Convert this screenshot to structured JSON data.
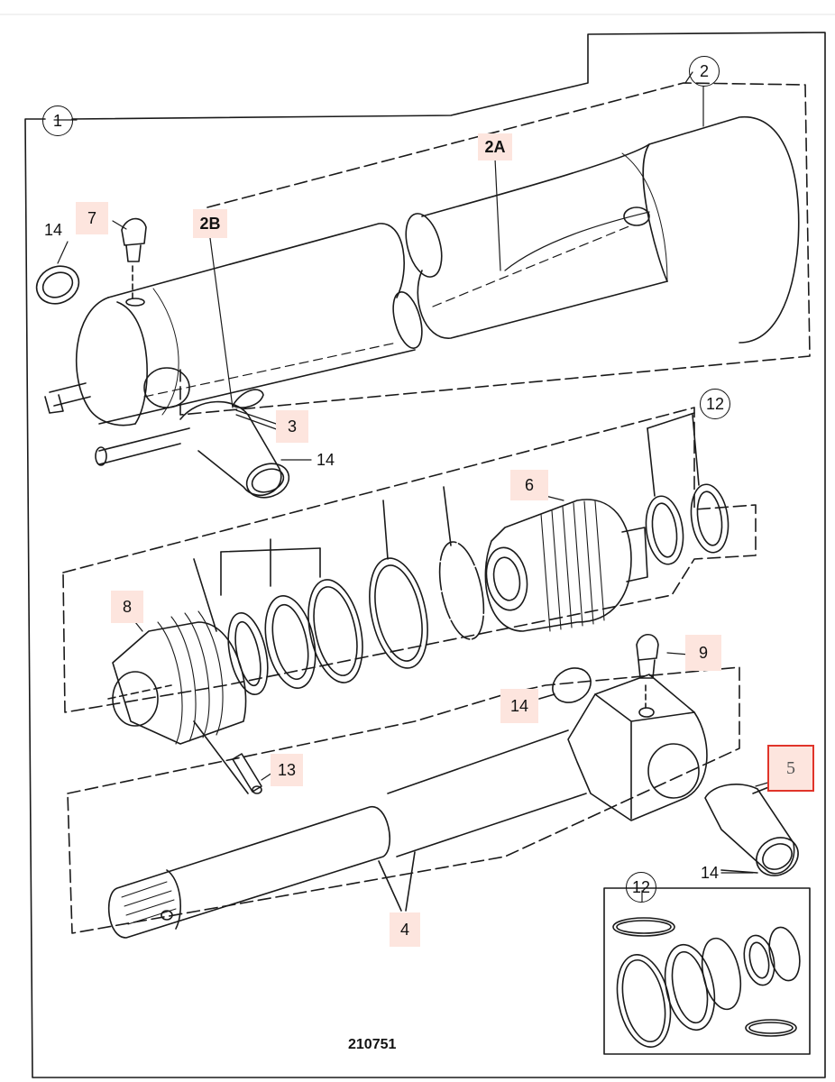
{
  "diagram": {
    "drawing_number": "210751",
    "labels": {
      "l1": "1",
      "l2": "2",
      "l2A": "2A",
      "l2B": "2B",
      "l3": "3",
      "l4": "4",
      "l5": "5",
      "l6": "6",
      "l7": "7",
      "l8": "8",
      "l9": "9",
      "l12a": "12",
      "l12b": "12",
      "l13": "13",
      "l14a": "14",
      "l14b": "14",
      "l14c": "14",
      "l14d": "14"
    },
    "highlight_color": "#fde5de",
    "selection_color": "#e0342a"
  }
}
